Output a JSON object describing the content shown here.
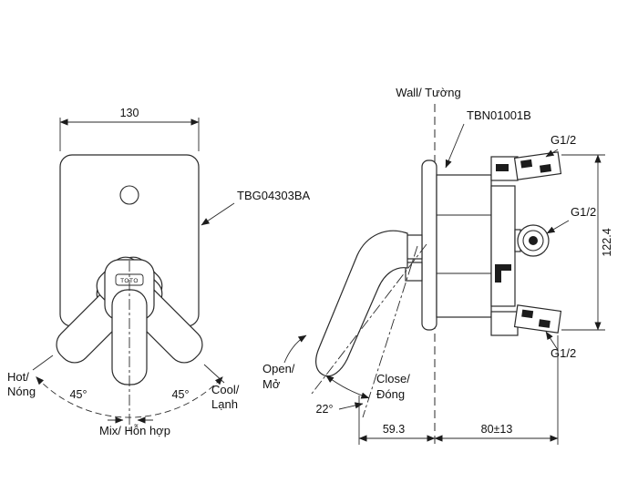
{
  "front_view": {
    "dim_width": "130",
    "part_label": "TBG04303BA",
    "handle_logo": "TOTO",
    "hot_line1": "Hot/",
    "hot_line2": "Nóng",
    "cool_line1": "Cool/",
    "cool_line2": "Lạnh",
    "mix_label": "Mix/ Hỗn hợp",
    "angle_left": "45°",
    "angle_right": "45°"
  },
  "side_view": {
    "wall_label": "Wall/ Tường",
    "part_label": "TBN01001B",
    "thread_top": "G1/2",
    "thread_mid": "G1/2",
    "thread_bottom": "G1/2",
    "dim_height": "122.4",
    "open_line1": "Open/",
    "open_line2": "Mở",
    "close_line1": "Close/",
    "close_line2": "Đóng",
    "angle_open": "22°",
    "dim_handle_depth": "59.3",
    "dim_embed_depth": "80±13"
  }
}
